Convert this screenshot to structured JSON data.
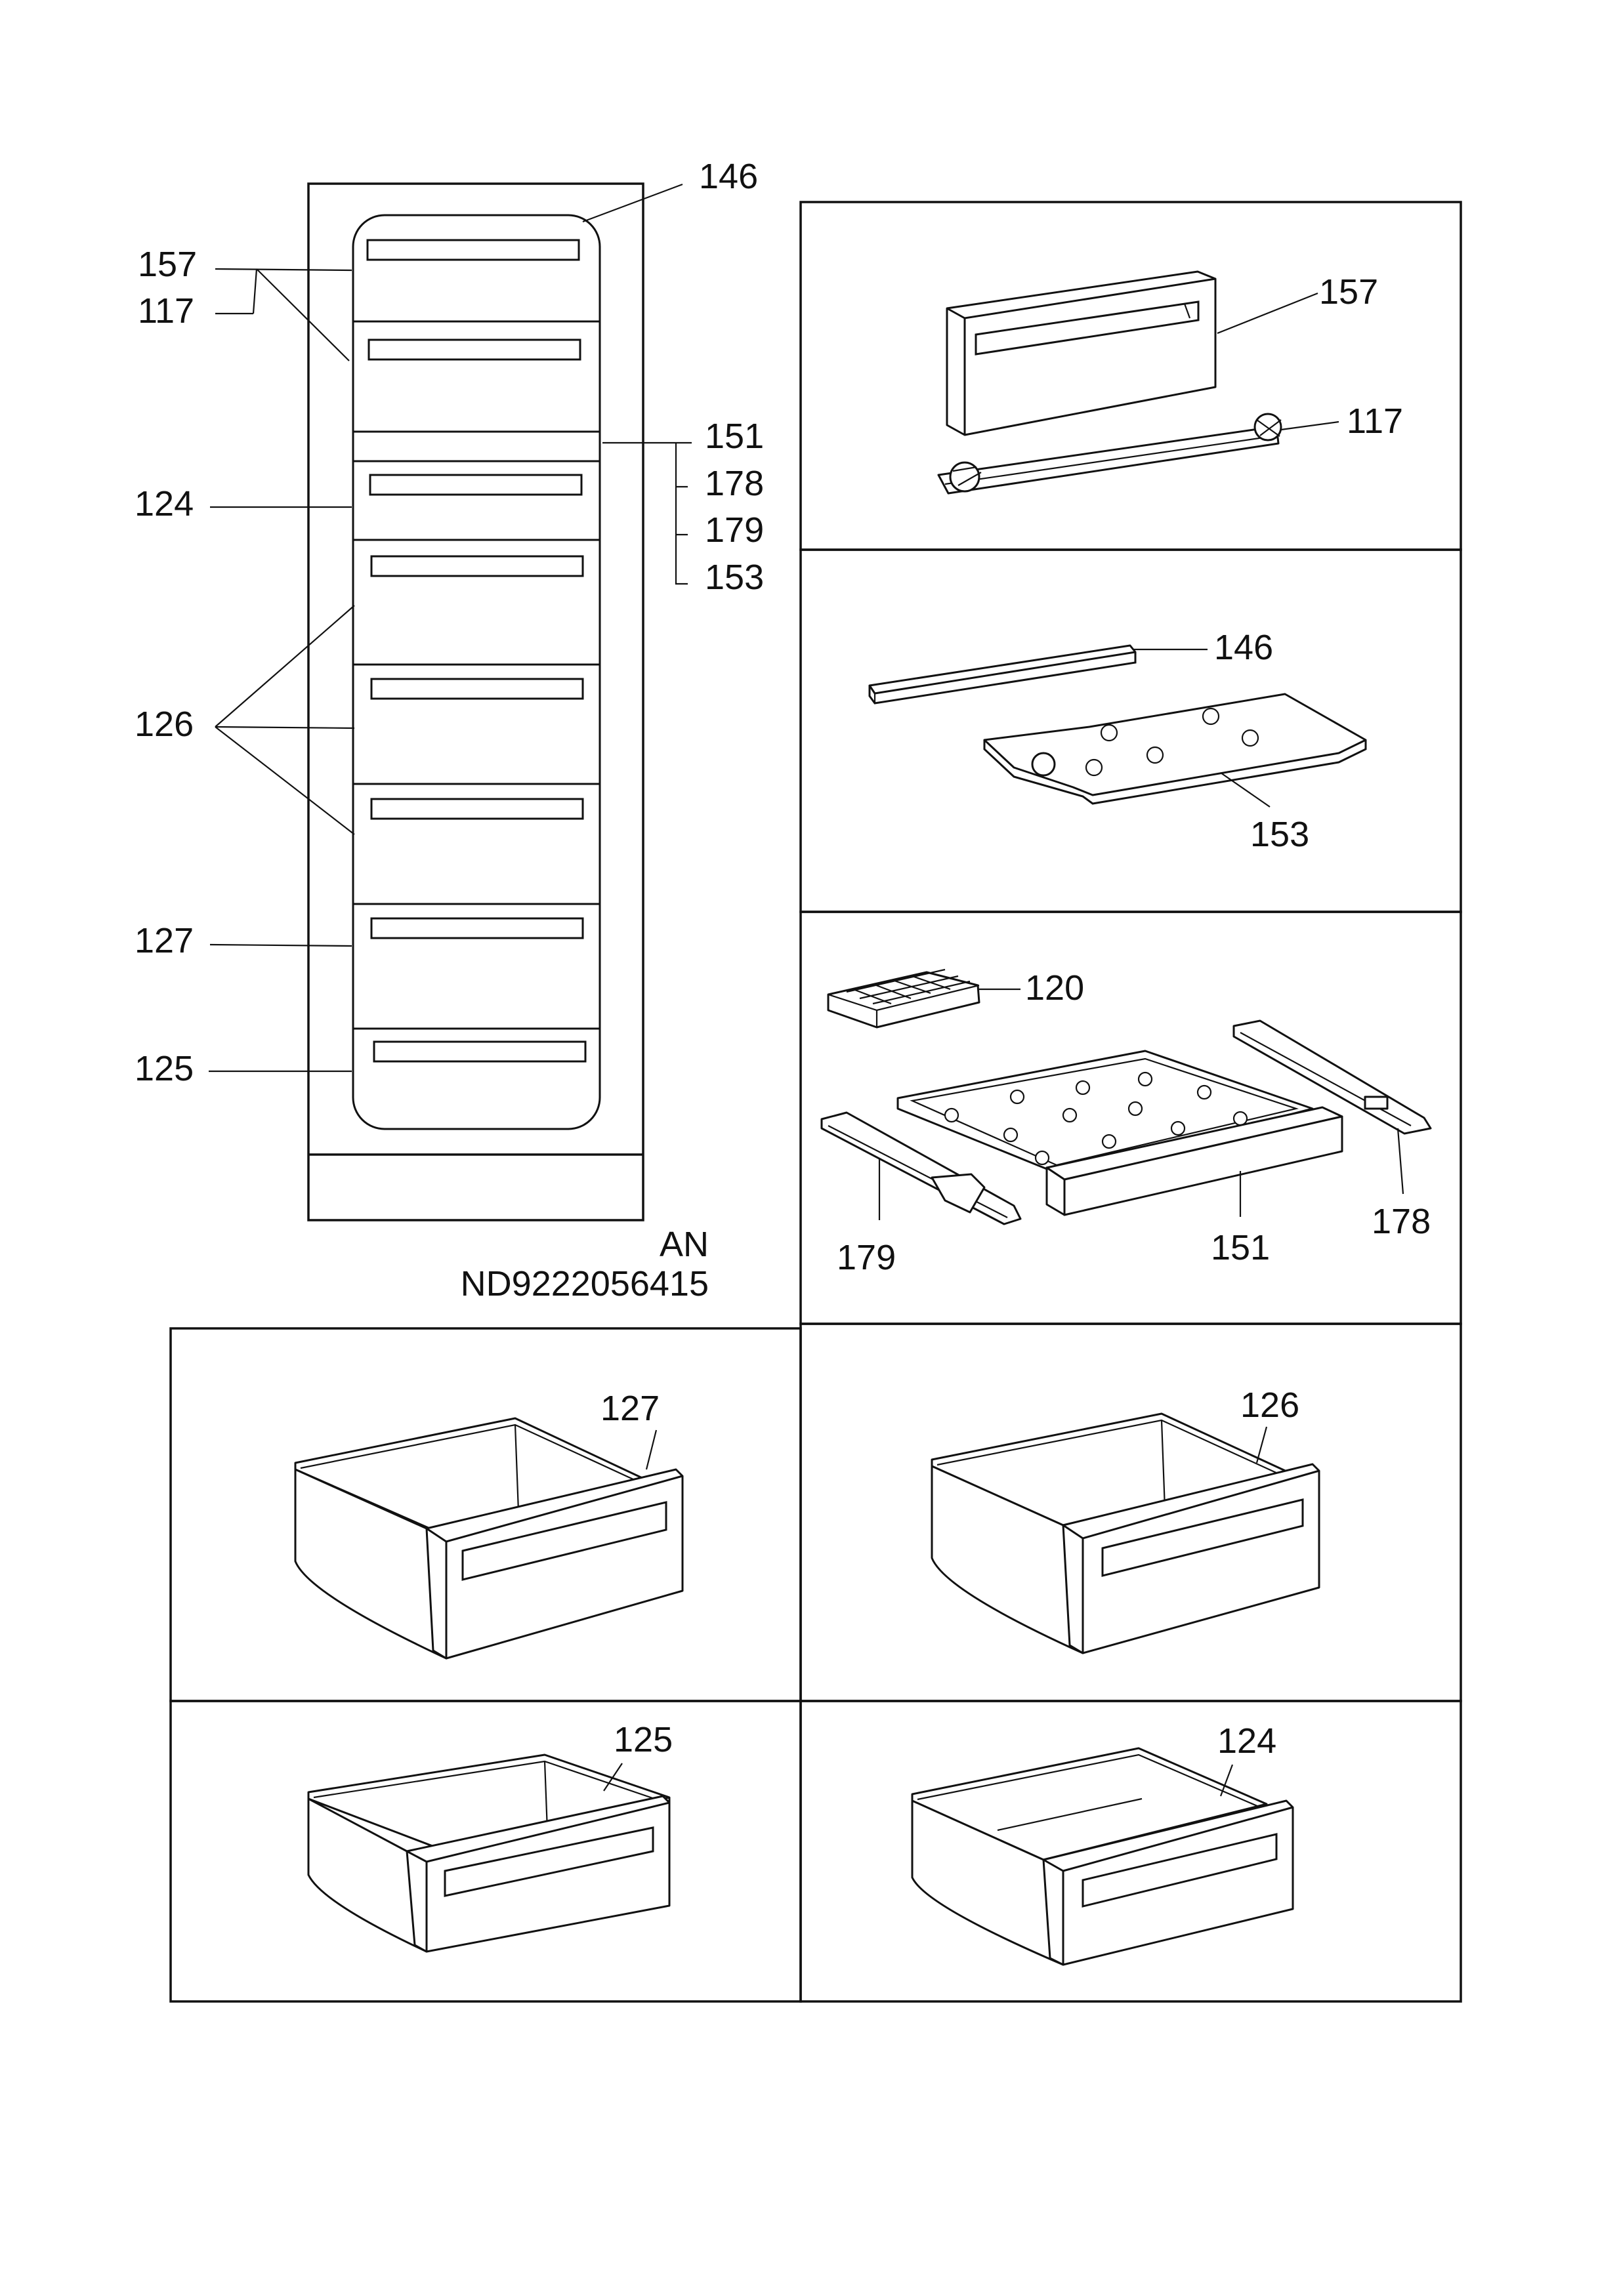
{
  "overview": {
    "callouts": {
      "c146": "146",
      "c157": "157",
      "c117": "117",
      "c151": "151",
      "c178": "178",
      "c179": "179",
      "c153": "153",
      "c124": "124",
      "c126": "126",
      "c127": "127",
      "c125": "125"
    },
    "variant": "AN",
    "drawing_number": "ND9222056415"
  },
  "panels": {
    "front_panel": {
      "label_front": "157",
      "label_hinge": "117"
    },
    "shelf": {
      "label_strip": "146",
      "label_shelf": "153"
    },
    "ice_tray_assembly": {
      "label_tray": "120",
      "label_front": "151",
      "label_rail_right": "178",
      "label_rail_left": "179"
    },
    "drawer_127": {
      "label": "127"
    },
    "drawer_126": {
      "label": "126"
    },
    "drawer_125": {
      "label": "125"
    },
    "drawer_124": {
      "label": "124"
    }
  }
}
